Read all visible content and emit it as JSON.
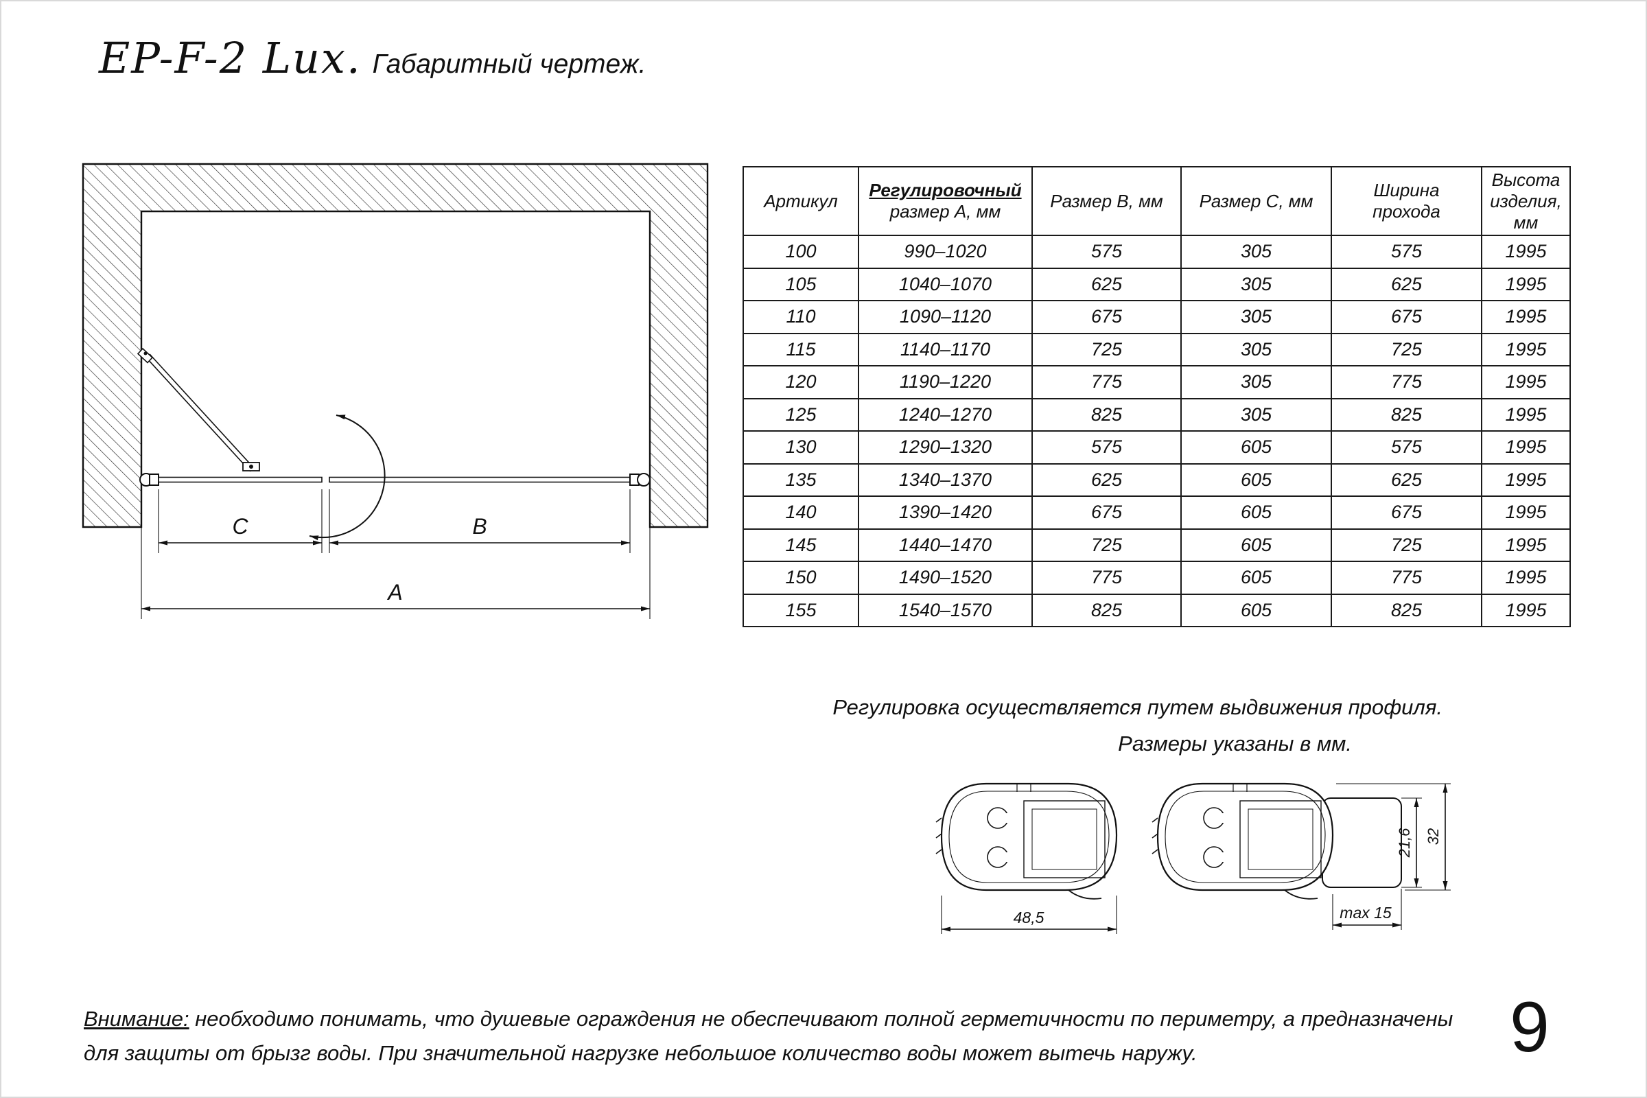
{
  "page": {
    "title_model": "EP-F-2 Lux.",
    "title_suffix": "Габаритный чертеж.",
    "page_number": "9"
  },
  "drawing": {
    "dim_a": "A",
    "dim_b": "B",
    "dim_c": "C"
  },
  "table": {
    "col_artikul": "Артикул",
    "col_size_a_line1": "Регулировочный",
    "col_size_a_line2": "размер А, мм",
    "col_size_b": "Размер В, мм",
    "col_size_c": "Размер С, мм",
    "col_pass_line1": "Ширина",
    "col_pass_line2": "прохода",
    "col_height_line1": "Высота",
    "col_height_line2": "изделия,",
    "col_height_line3": "мм",
    "rows": [
      [
        "100",
        "990–1020",
        "575",
        "305",
        "575",
        "1995"
      ],
      [
        "105",
        "1040–1070",
        "625",
        "305",
        "625",
        "1995"
      ],
      [
        "110",
        "1090–1120",
        "675",
        "305",
        "675",
        "1995"
      ],
      [
        "115",
        "1140–1170",
        "725",
        "305",
        "725",
        "1995"
      ],
      [
        "120",
        "1190–1220",
        "775",
        "305",
        "775",
        "1995"
      ],
      [
        "125",
        "1240–1270",
        "825",
        "305",
        "825",
        "1995"
      ],
      [
        "130",
        "1290–1320",
        "575",
        "605",
        "575",
        "1995"
      ],
      [
        "135",
        "1340–1370",
        "625",
        "605",
        "625",
        "1995"
      ],
      [
        "140",
        "1390–1420",
        "675",
        "605",
        "675",
        "1995"
      ],
      [
        "145",
        "1440–1470",
        "725",
        "605",
        "725",
        "1995"
      ],
      [
        "150",
        "1490–1520",
        "775",
        "605",
        "775",
        "1995"
      ],
      [
        "155",
        "1540–1570",
        "825",
        "605",
        "825",
        "1995"
      ]
    ]
  },
  "notes": {
    "adjustment": "Регулировка осуществляется путем выдвижения профиля.",
    "units": "Размеры указаны в мм."
  },
  "profiles": {
    "width": "48,5",
    "max_extension": "max 15",
    "inner_height": "21,6",
    "outer_height": "32"
  },
  "warning": {
    "label": "Внимание:",
    "line1": "необходимо понимать, что душевые ограждения не обеспечивают полной герметичности по периметру, а предназначены",
    "line2": "для защиты от брызг воды. При значительной нагрузке небольшое количество воды может вытечь наружу."
  }
}
